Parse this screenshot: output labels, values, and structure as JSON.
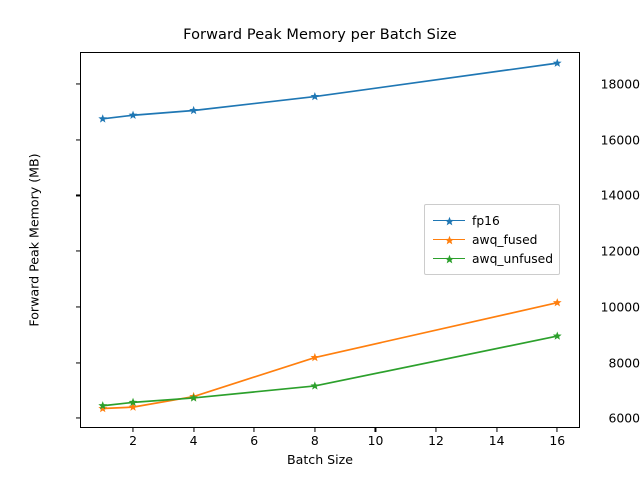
{
  "chart_data": {
    "type": "line",
    "title": "Forward Peak Memory per Batch Size",
    "xlabel": "Batch Size",
    "ylabel": "Forward Peak Memory (MB)",
    "x": [
      1,
      2,
      4,
      8,
      16
    ],
    "xlim": [
      0.25,
      16.75
    ],
    "ylim": [
      5650,
      19150
    ],
    "xticks": [
      2,
      4,
      6,
      8,
      10,
      12,
      14,
      16
    ],
    "xticklabels": [
      "2",
      "4",
      "6",
      "8",
      "10",
      "12",
      "14",
      "16"
    ],
    "yticks": [
      6000,
      8000,
      10000,
      12000,
      14000,
      16000,
      18000
    ],
    "yticklabels": [
      "6000",
      "8000",
      "10000",
      "12000",
      "14000",
      "16000",
      "18000"
    ],
    "grid": false,
    "marker": "star",
    "legend_position": "center right",
    "series": [
      {
        "name": "fp16",
        "color": "#1f77b4",
        "values": [
          16750,
          16880,
          17050,
          17550,
          18750
        ]
      },
      {
        "name": "awq_fused",
        "color": "#ff7f0e",
        "values": [
          6350,
          6400,
          6780,
          8180,
          10150
        ]
      },
      {
        "name": "awq_unfused",
        "color": "#2ca02c",
        "values": [
          6450,
          6570,
          6730,
          7160,
          8950
        ]
      }
    ]
  }
}
